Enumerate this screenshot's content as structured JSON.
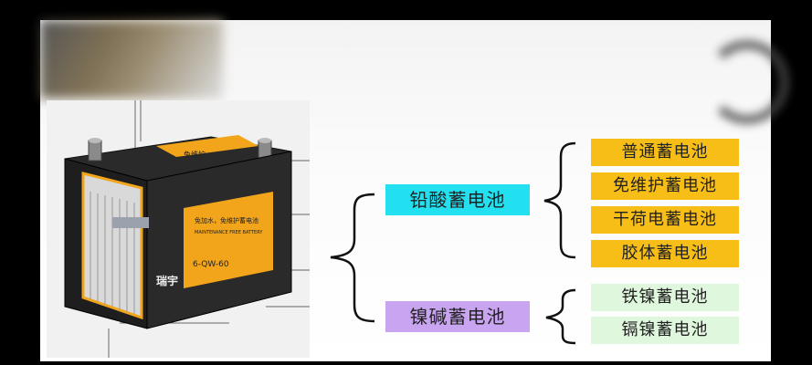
{
  "diagram": {
    "root_groups": [
      {
        "label": "铅酸蓄电池",
        "color": "#22e0ef",
        "children": [
          "普通蓄电池",
          "免维护蓄电池",
          "干荷电蓄电池",
          "胶体蓄电池"
        ],
        "child_color": "#f7be17"
      },
      {
        "label": "镍碱蓄电池",
        "color": "#c9a4f0",
        "children": [
          "铁镍蓄电池",
          "镉镍蓄电池"
        ],
        "child_color": "#dff7dc"
      }
    ]
  },
  "battery_photo": {
    "label_top": "免维护",
    "label_mid_1": "免加水，免维护蓄电池",
    "label_mid_2": "MAINTENANCE FREE BATTERY",
    "model": "6-QW-60",
    "brand": "瑞宇"
  }
}
